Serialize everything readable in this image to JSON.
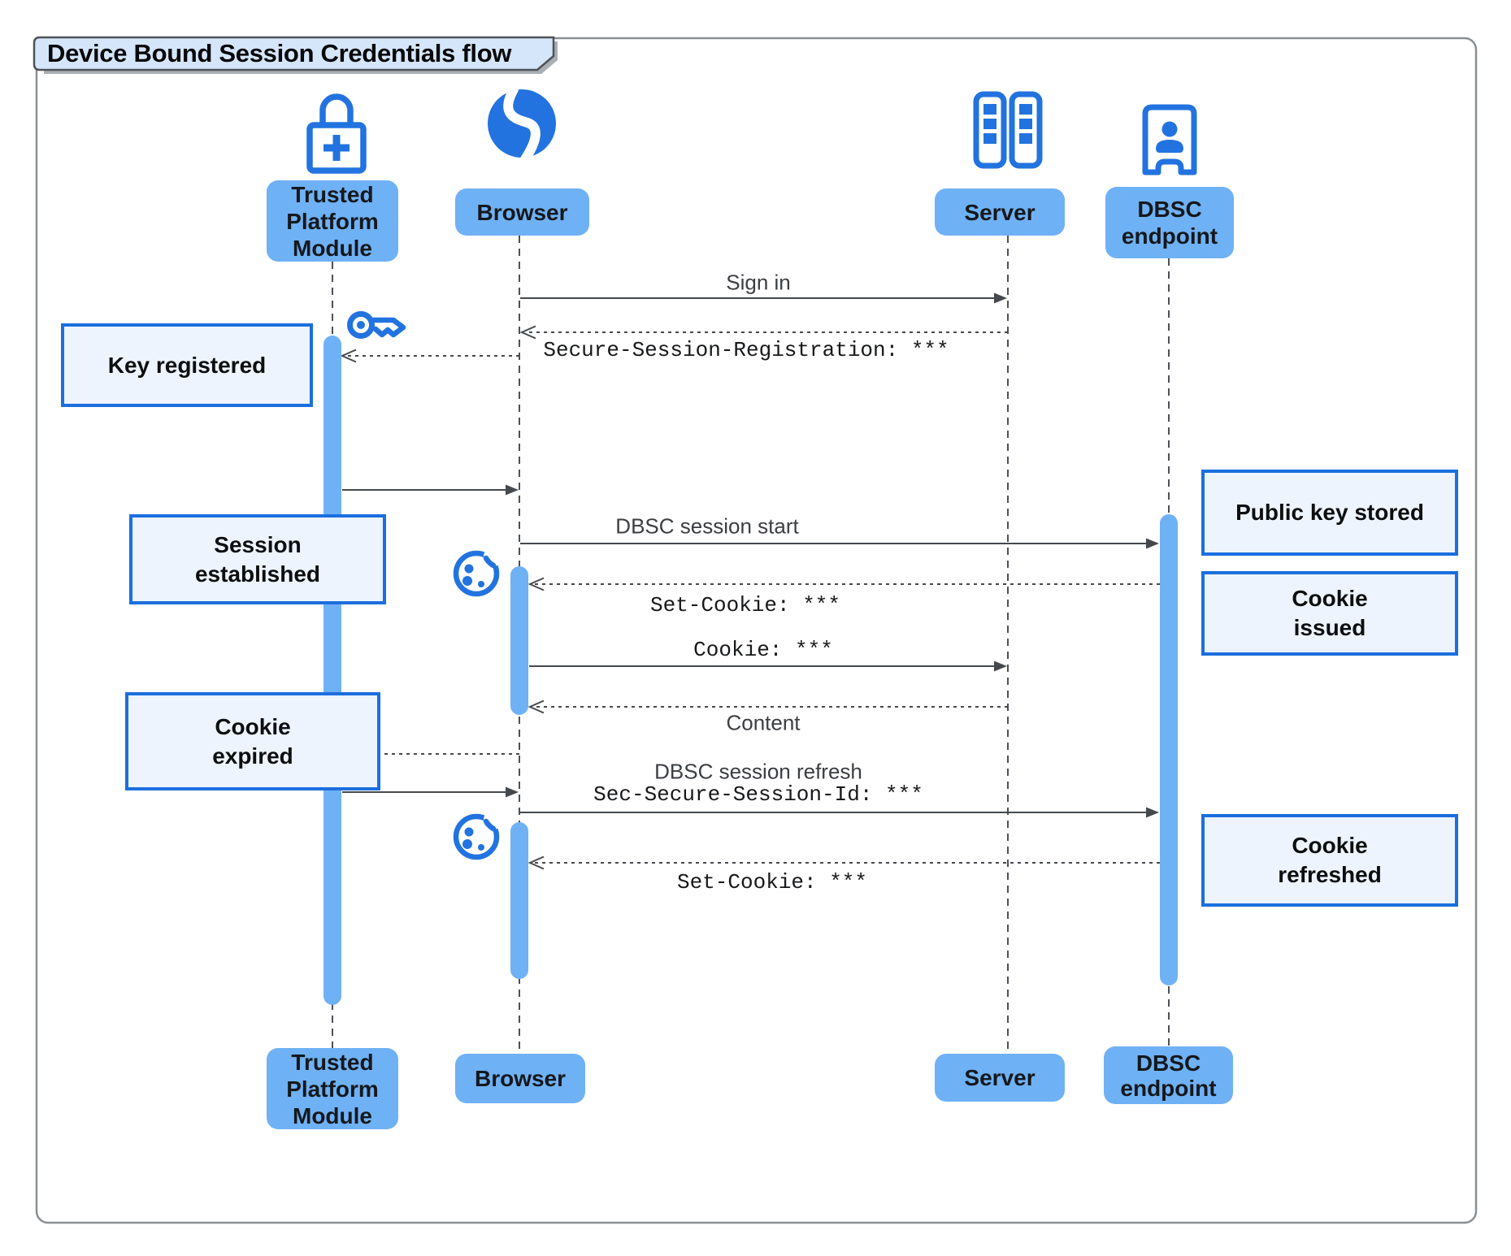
{
  "title": "Device Bound Session Credentials flow",
  "participants": [
    {
      "id": "tpm",
      "label": "Trusted Platform Module",
      "icon": "lock-plus-icon"
    },
    {
      "id": "browser",
      "label": "Browser",
      "icon": "globe-icon"
    },
    {
      "id": "server",
      "label": "Server",
      "icon": "server-rack-icon"
    },
    {
      "id": "dbsc",
      "label": "DBSC endpoint",
      "icon": "doorway-person-icon"
    }
  ],
  "messages": [
    {
      "id": "sign-in",
      "from": "Browser",
      "to": "Server",
      "style": "solid",
      "label": "Sign in"
    },
    {
      "id": "secure-session-registration",
      "from": "Server",
      "to": "Browser",
      "style": "dotted",
      "font": "mono",
      "label": "Secure-Session-Registration: ***"
    },
    {
      "id": "register-key",
      "from": "Browser",
      "to": "Trusted Platform Module",
      "style": "dotted",
      "label": ""
    },
    {
      "id": "key-ready",
      "from": "Trusted Platform Module",
      "to": "Browser",
      "style": "solid",
      "label": ""
    },
    {
      "id": "dbsc-session-start",
      "from": "Browser",
      "to": "DBSC endpoint",
      "style": "solid",
      "label": "DBSC session start"
    },
    {
      "id": "set-cookie-1",
      "from": "DBSC endpoint",
      "to": "Browser",
      "style": "dotted",
      "font": "mono",
      "label": "Set-Cookie: ***"
    },
    {
      "id": "cookie",
      "from": "Browser",
      "to": "Server",
      "style": "solid",
      "font": "mono",
      "label": "Cookie: ***"
    },
    {
      "id": "content",
      "from": "Server",
      "to": "Browser",
      "style": "dotted",
      "label": "Content"
    },
    {
      "id": "expired-key-sign",
      "from": "Browser",
      "to": "Trusted Platform Module",
      "style": "dotted",
      "label": ""
    },
    {
      "id": "signed-refresh",
      "from": "Trusted Platform Module",
      "to": "Browser",
      "style": "solid",
      "label": ""
    },
    {
      "id": "dbsc-session-refresh",
      "from": "Browser",
      "to": "DBSC endpoint",
      "style": "solid",
      "label": "DBSC session refresh",
      "label2": "Sec-Secure-Session-Id: ***",
      "font2": "mono"
    },
    {
      "id": "set-cookie-2",
      "from": "DBSC endpoint",
      "to": "Browser",
      "style": "dotted",
      "font": "mono",
      "label": "Set-Cookie: ***"
    }
  ],
  "notes": [
    {
      "id": "key-registered",
      "label": "Key registered"
    },
    {
      "id": "session-established",
      "label": "Session established"
    },
    {
      "id": "cookie-expired",
      "label": "Cookie expired"
    },
    {
      "id": "public-key-stored",
      "label": "Public key stored"
    },
    {
      "id": "cookie-issued",
      "label": "Cookie issued"
    },
    {
      "id": "cookie-refreshed",
      "label": "Cookie refreshed"
    }
  ],
  "colors": {
    "participant_fill": "#6FB1F5",
    "icon_blue": "#2273DF",
    "note_fill": "#EDF4FD",
    "note_border": "#1B6FDE",
    "title_fill": "#D5E5FA",
    "arrow": "#45494D",
    "lifeline": "#4D5156",
    "outer_border": "#8A8F94"
  }
}
